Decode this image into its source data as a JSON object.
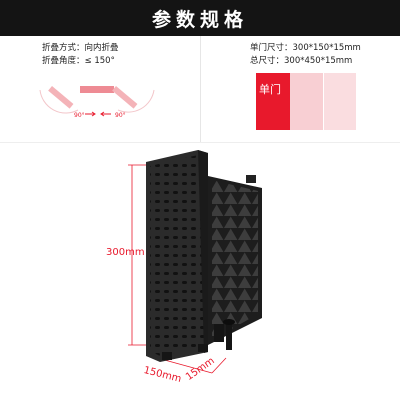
{
  "banner": {
    "title": "参数规格"
  },
  "left_specs": {
    "fold_method_label": "折叠方式：",
    "fold_method_value": "向内折叠",
    "fold_angle_label": "折叠角度：",
    "fold_angle_value": "≤ 150°"
  },
  "fold_diagram": {
    "angle_left": "90°",
    "angle_right": "90°"
  },
  "right_specs": {
    "single_label": "单门尺寸：",
    "single_value": "300*150*15mm",
    "total_label": "总尺寸：",
    "total_value": "300*450*15mm"
  },
  "panel_label": "单门",
  "dimensions": {
    "height": "300mm",
    "width": "150mm",
    "depth": "15mm"
  },
  "colors": {
    "accent": "#e8192c",
    "banner_bg": "#141414",
    "panel_light": "#f8cfd3",
    "product_body": "#2b2b2b"
  }
}
